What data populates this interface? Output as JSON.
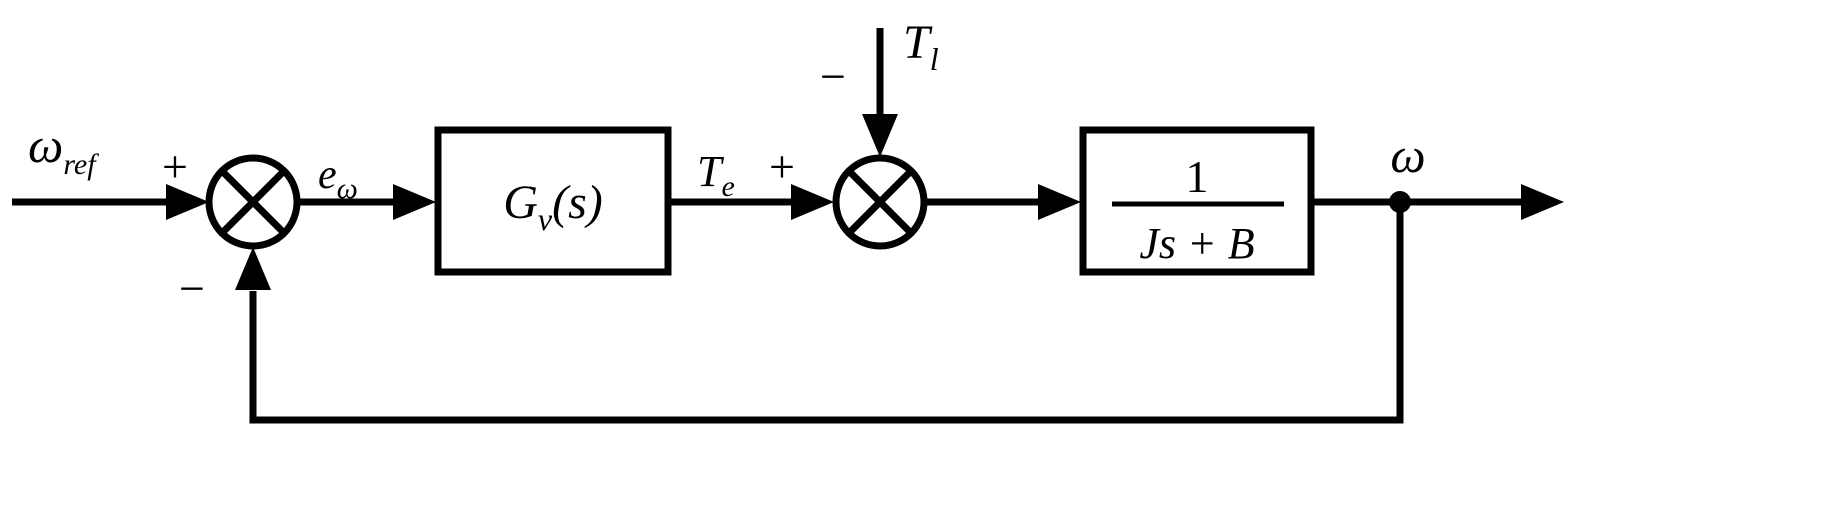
{
  "diagram": {
    "kind": "control-system-block-diagram",
    "colors": {
      "ink": "#000000",
      "background": "#ffffff"
    },
    "labels": {
      "input": {
        "main": "ω",
        "sub": "ref"
      },
      "input_sign": "+",
      "error": {
        "main": "e",
        "sub": "ω"
      },
      "controller": {
        "main": "G",
        "sub": "v",
        "suffix": "(s)"
      },
      "torque": {
        "main": "T",
        "sub": "e"
      },
      "torque_sign": "+",
      "load": {
        "main": "T",
        "sub": "l"
      },
      "load_sign": "−",
      "plant": {
        "numerator": "1",
        "denominator": "Js + B"
      },
      "output": "ω",
      "feedback_sign": "−"
    }
  }
}
